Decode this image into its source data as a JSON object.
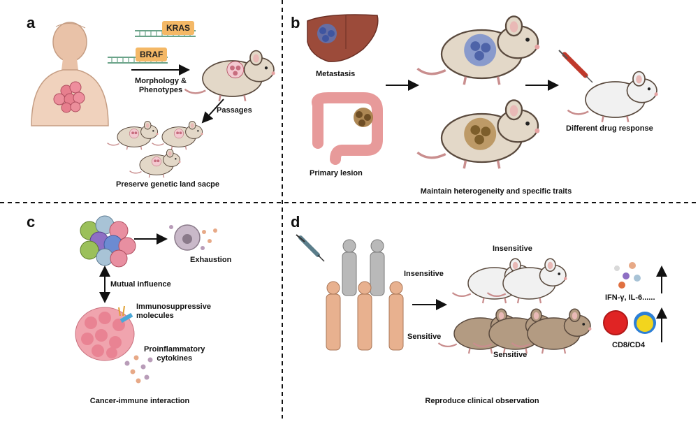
{
  "panels": {
    "a": {
      "letter": "a",
      "genes": [
        "KRAS",
        "BRAF"
      ],
      "morphology_label": "Morphology &\nPhenotypes",
      "passages_label": "Passages",
      "caption": "Preserve genetic land sacpe"
    },
    "b": {
      "letter": "b",
      "metastasis_label": "Metastasis",
      "primary_label": "Primary lesion",
      "drug_label": "Different drug response",
      "caption": "Maintain heterogeneity and specific traits"
    },
    "c": {
      "letter": "c",
      "exhaustion_label": "Exhaustion",
      "mutual_label": "Mutual influence",
      "immuno_label": "Immunosuppressive\nmolecules",
      "proinflam_label": "Proinflammatory\ncytokines",
      "caption": "Cancer-immune interaction"
    },
    "d": {
      "letter": "d",
      "insensitive_human_label": "Insensitive",
      "sensitive_human_label": "Sensitive",
      "insensitive_mice_label": "Insensitive",
      "sensitive_mice_label": "Sensitive",
      "cytokine_label": "IFN-γ, IL-6......",
      "cd_label": "CD8/CD4",
      "caption": "Reproduce clinical observation"
    }
  },
  "colors": {
    "mouse_body": "#e3d8c8",
    "mouse_outline": "#5a4a3e",
    "tumor": "#c76d7e",
    "gene_tag": "#f4b866",
    "liver": "#9c4b3a",
    "colon": "#e79a9a",
    "human_gray": "#b9b9b9",
    "human_skin": "#e8b18f",
    "mouse_brown": "#b39b82",
    "cd8_red": "#e02424",
    "cd4_yellow": "#f2d51e",
    "cd4_blue": "#2c7fd6"
  }
}
